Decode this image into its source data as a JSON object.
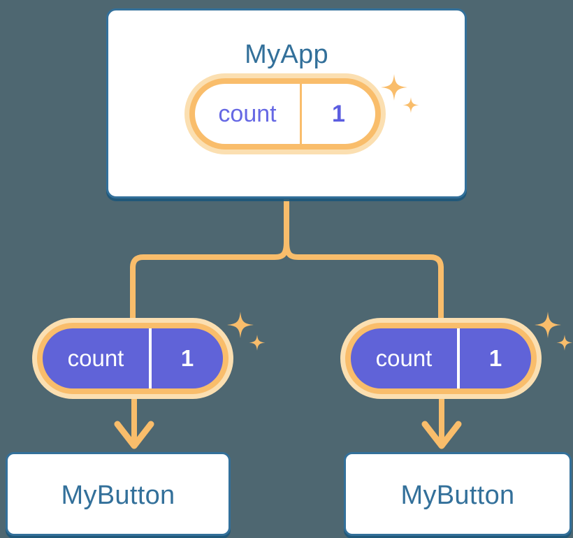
{
  "theme": {
    "background": "#4e6771",
    "card_border": "#33709a",
    "card_fill": "#ffffff",
    "title_text": "#33709a",
    "pill_ring_outer": "#fbdfb1",
    "pill_ring_inner": "#f9bd6b",
    "pill_dark_fill": "#6063d8",
    "pill_light_text": "#6668e4",
    "pill_dark_text": "#ffffff",
    "connector": "#f9bd6b"
  },
  "diagram": {
    "type": "component-state-tree",
    "root": {
      "title": "MyApp",
      "state": {
        "key": "count",
        "value": "1",
        "style": "light"
      }
    },
    "children": [
      {
        "state": {
          "key": "count",
          "value": "1",
          "style": "dark"
        },
        "title": "MyButton"
      },
      {
        "state": {
          "key": "count",
          "value": "1",
          "style": "dark"
        },
        "title": "MyButton"
      }
    ],
    "sparkles": [
      {
        "name": "sparkle-myapp"
      },
      {
        "name": "sparkle-left"
      },
      {
        "name": "sparkle-right"
      }
    ]
  }
}
